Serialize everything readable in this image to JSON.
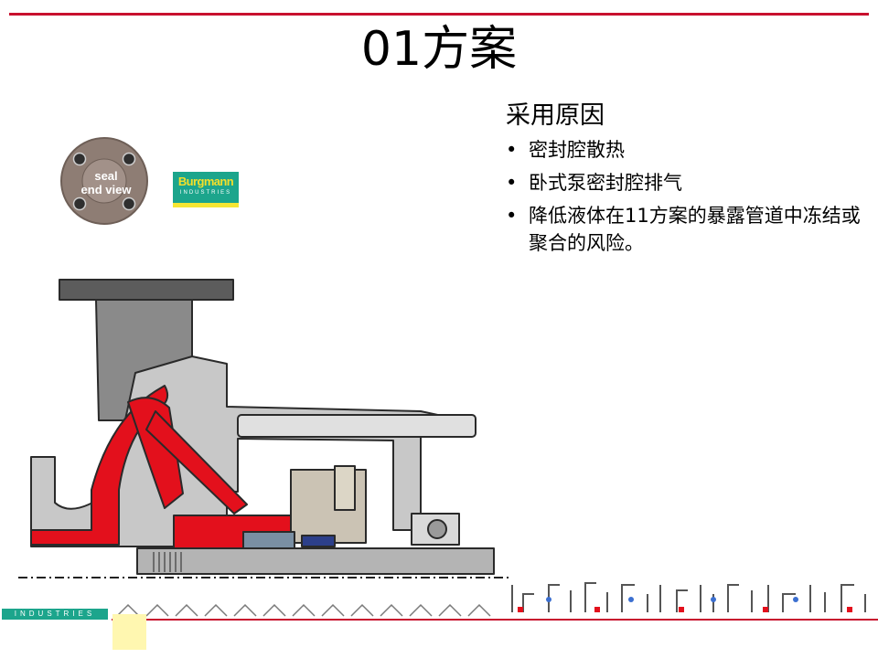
{
  "slide": {
    "title": "01方案",
    "accent_color": "#c8102e"
  },
  "reasons": {
    "heading": "采用原因",
    "items": [
      {
        "text": "密封腔散热"
      },
      {
        "text": "卧式泵密封腔排气"
      },
      {
        "text": "降低液体在11方案的暴露管道中冻结或聚合的风险。"
      }
    ]
  },
  "seal_badge": {
    "line1": "seal",
    "line2": "end view"
  },
  "logo": {
    "brand": "Burgmann",
    "sub": "INDUSTRIES",
    "bg_color": "#1ca58c",
    "text_color": "#f5df2a"
  },
  "footer": {
    "tag": "INDUSTRIES"
  },
  "diagram": {
    "colors": {
      "metal": "#c8c8c8",
      "seal_red": "#e3101c",
      "dark": "#3a3a3a",
      "shaft": "#b4b4b4"
    }
  }
}
